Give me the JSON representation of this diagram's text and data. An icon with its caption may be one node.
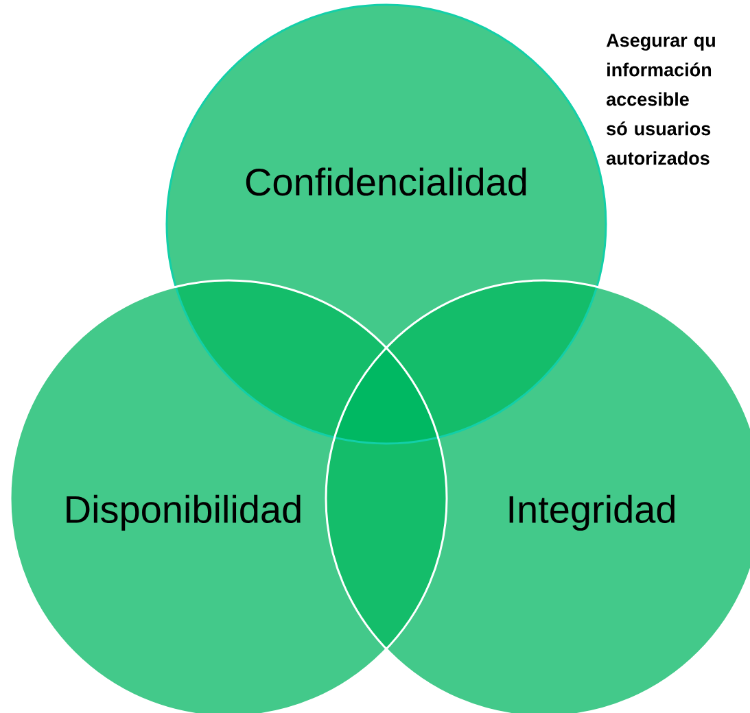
{
  "diagram": {
    "nodes": [
      {
        "text": [
          "Confidencialidad"
        ]
      },
      {
        "text": [
          "Disponibilidad"
        ]
      },
      {
        "text": [
          "Integridad"
        ]
      },
      {
        "text": [
          "Asegurar qu información accesible só usuarios autorizados"
        ]
      }
    ]
  }
}
